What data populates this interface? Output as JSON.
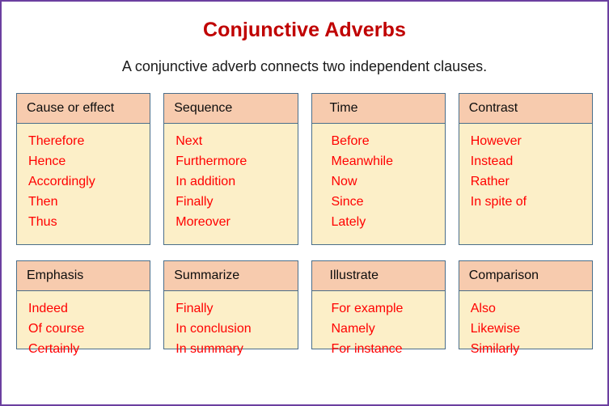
{
  "colors": {
    "frame": "#6B3FA0",
    "title": "#C00000",
    "header_bg": "#F7CBAE",
    "body_bg": "#FCEFC8",
    "card_border": "#4A6E8A",
    "item_text": "#FF0000",
    "subtitle_text": "#1A1A1A"
  },
  "header": {
    "title": "Conjunctive Adverbs",
    "subtitle": "A conjunctive adverb connects two independent clauses."
  },
  "categories": [
    {
      "title": "Cause or effect",
      "indented": false,
      "items": [
        "Therefore",
        "Hence",
        "Accordingly",
        "Then",
        "Thus"
      ]
    },
    {
      "title": "Sequence",
      "indented": false,
      "items": [
        "Next",
        "Furthermore",
        "In addition",
        "Finally",
        "Moreover"
      ]
    },
    {
      "title": "Time",
      "indented": true,
      "items": [
        "Before",
        "Meanwhile",
        "Now",
        "Since",
        "Lately"
      ]
    },
    {
      "title": "Contrast",
      "indented": false,
      "items": [
        "However",
        "Instead",
        "Rather",
        "In spite of"
      ]
    },
    {
      "title": "Emphasis",
      "indented": false,
      "items": [
        "Indeed",
        "Of course",
        "Certainly"
      ]
    },
    {
      "title": "Summarize",
      "indented": false,
      "items": [
        "Finally",
        "In conclusion",
        "In summary"
      ]
    },
    {
      "title": "Illustrate",
      "indented": true,
      "items": [
        "For example",
        "Namely",
        "For instance"
      ]
    },
    {
      "title": "Comparison",
      "indented": false,
      "items": [
        "Also",
        "Likewise",
        "Similarly"
      ]
    }
  ]
}
